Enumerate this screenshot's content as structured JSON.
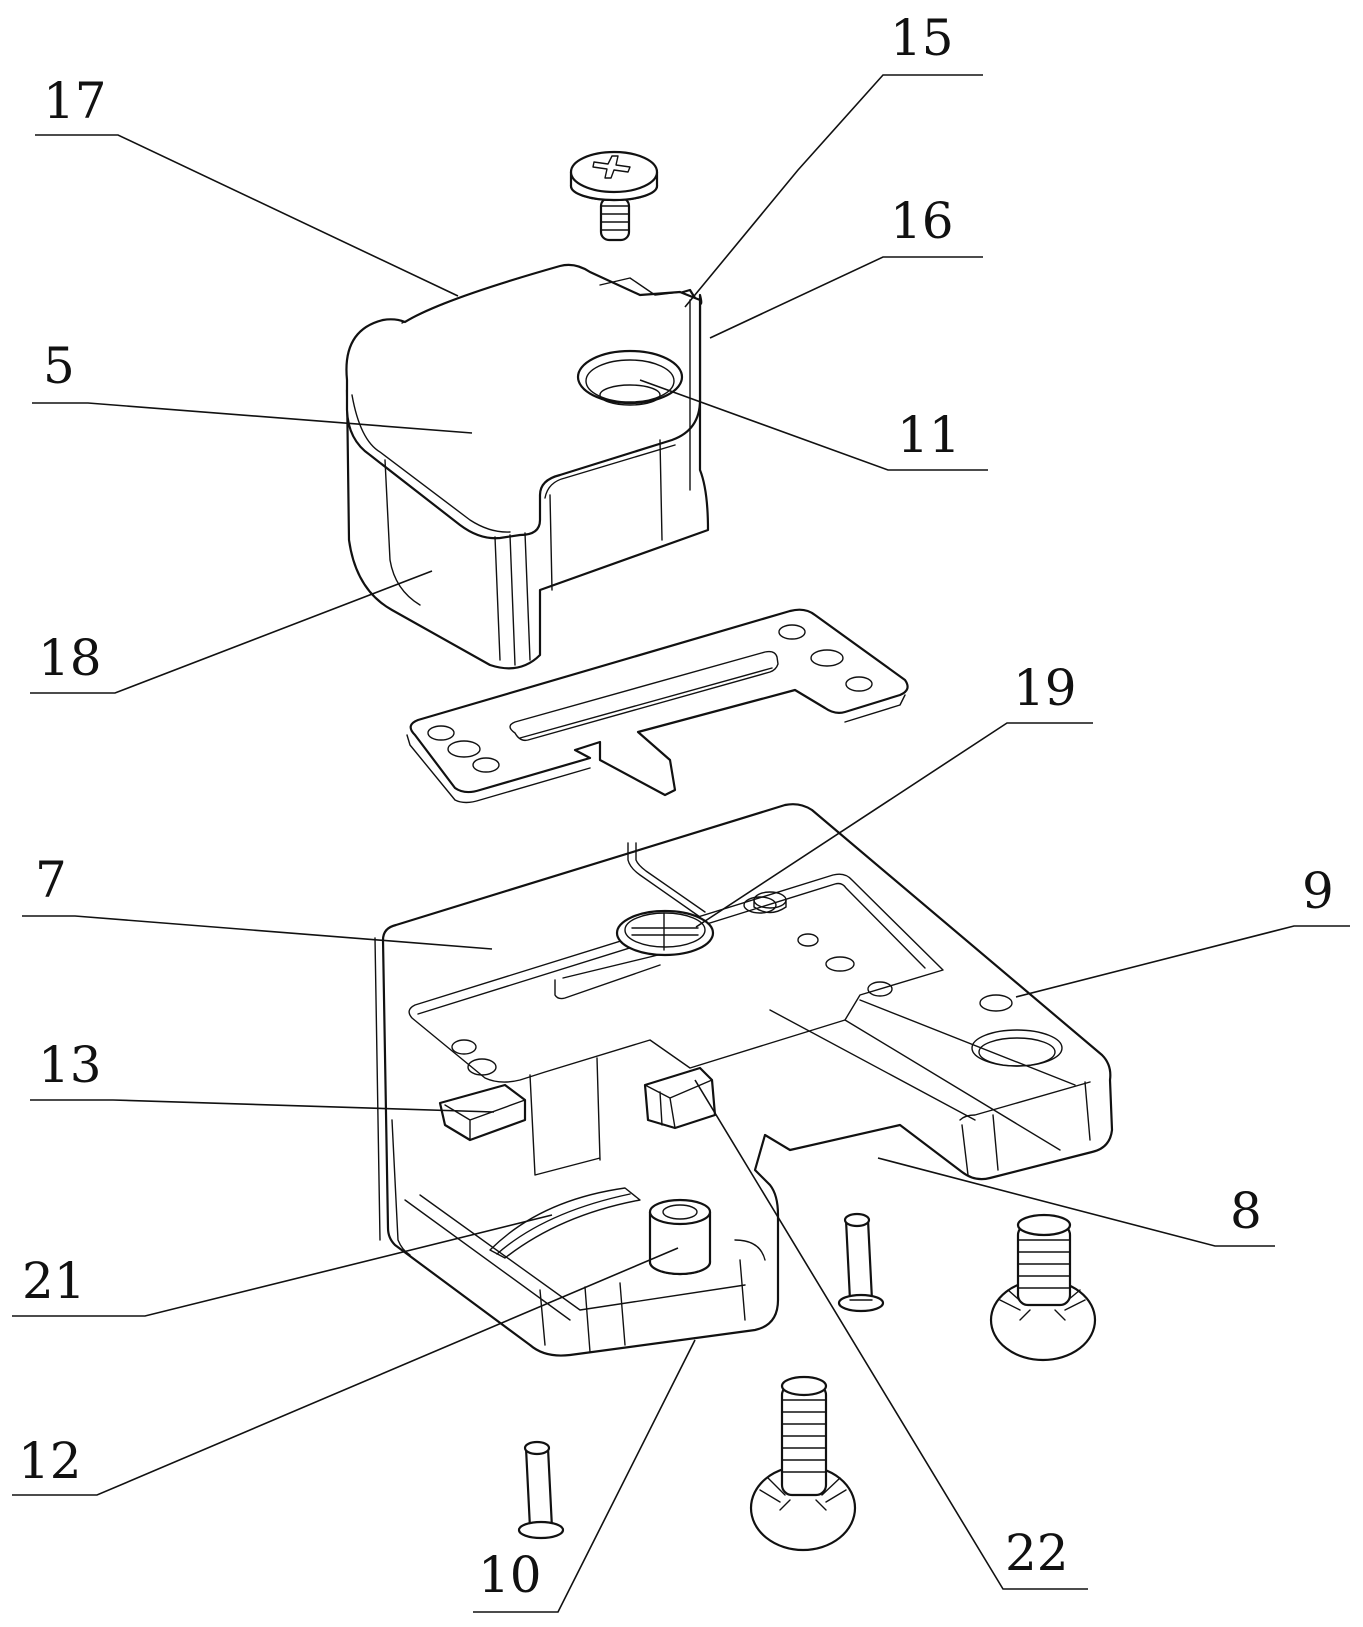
{
  "figure": {
    "type": "exploded-view-patent-drawing",
    "background": "#ffffff",
    "line_color": "#111111"
  },
  "labels": [
    {
      "id": "17",
      "text": "17",
      "part": "cover-arc-edge"
    },
    {
      "id": "15",
      "text": "15",
      "part": "cover-notch"
    },
    {
      "id": "16",
      "text": "16",
      "part": "cover-side-face"
    },
    {
      "id": "5",
      "text": "5",
      "part": "upper-cover"
    },
    {
      "id": "11",
      "text": "11",
      "part": "cover-screw-hole"
    },
    {
      "id": "18",
      "text": "18",
      "part": "cover-front-wall"
    },
    {
      "id": "19",
      "text": "19",
      "part": "torsion-spring-pin"
    },
    {
      "id": "7",
      "text": "7",
      "part": "base-housing"
    },
    {
      "id": "9",
      "text": "9",
      "part": "base-mount-hole"
    },
    {
      "id": "13",
      "text": "13",
      "part": "latch-tab"
    },
    {
      "id": "8",
      "text": "8",
      "part": "base-arm"
    },
    {
      "id": "21",
      "text": "21",
      "part": "arc-slot"
    },
    {
      "id": "12",
      "text": "12",
      "part": "boss-post"
    },
    {
      "id": "10",
      "text": "10",
      "part": "base-end-block"
    },
    {
      "id": "22",
      "text": "22",
      "part": "stop-block"
    }
  ],
  "components": [
    "top-screw",
    "upper-cover",
    "slide-plate",
    "torsion-spring",
    "base-housing",
    "pin-right",
    "screw-right",
    "pin-left",
    "screw-bottom"
  ]
}
